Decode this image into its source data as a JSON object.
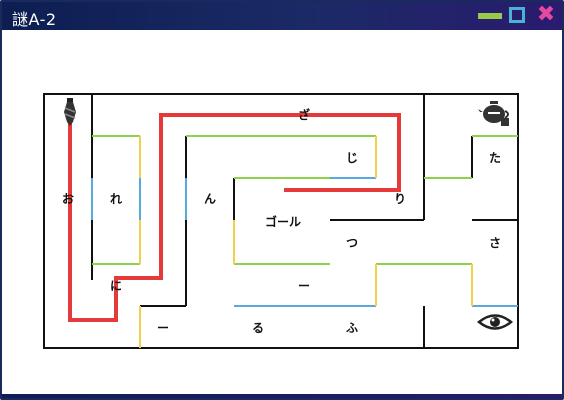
{
  "window": {
    "title": "謎A-2",
    "colors": {
      "titlebar": "#0d1e52",
      "minimize": "#9bc94a",
      "maximize": "#4ab3d3",
      "close": "#e44aa0"
    }
  },
  "maze": {
    "labels": {
      "zi_top": "ざ",
      "ji": "じ",
      "ta": "た",
      "o": "お",
      "re": "れ",
      "n": "ん",
      "ri": "り",
      "goal": "ゴール",
      "tsu": "つ",
      "sa": "さ",
      "ni": "に",
      "dash_mid": "ー",
      "dash_bottom": "ー",
      "ru": "る",
      "fu": "ふ"
    },
    "icons": [
      "tie-icon",
      "teapot-icon",
      "eye-icon"
    ],
    "colors": {
      "walls": "#111111",
      "path": "#e63a3a",
      "green_door": "#8ed14a",
      "blue_door": "#58a9dd",
      "yellow_door": "#f1d04d"
    }
  }
}
